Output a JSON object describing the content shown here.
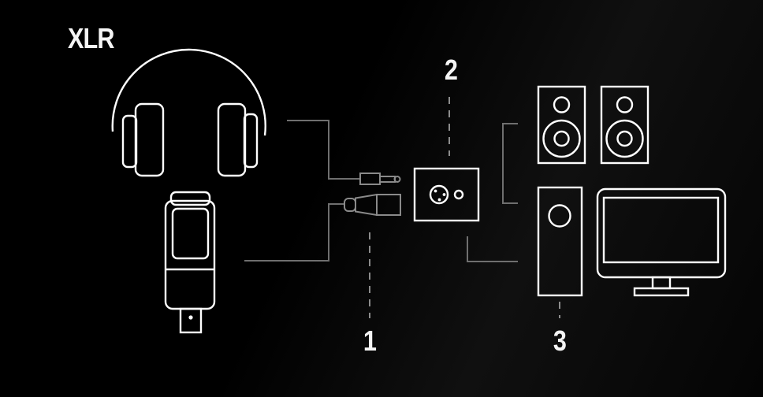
{
  "diagram": {
    "connection_type": "XLR",
    "callouts": [
      {
        "number": "1"
      },
      {
        "number": "2"
      },
      {
        "number": "3"
      }
    ],
    "devices": [
      "headphones-icon",
      "studio-microphone-icon",
      "quarter-inch-jack-plug-icon",
      "xlr-plug-icon",
      "audio-interface-xlr-input-icon",
      "studio-speaker-left-icon",
      "studio-speaker-right-icon",
      "pc-tower-icon",
      "computer-monitor-icon"
    ],
    "colors": {
      "background_dark": "#000000",
      "background_light": "#101010",
      "device_outline": "#ffffff",
      "cable_line": "#6f6f6f",
      "connector_line": "#8a8a8a",
      "dashed_line": "#8c8c8c",
      "label_text": "#f5f5f5"
    }
  }
}
